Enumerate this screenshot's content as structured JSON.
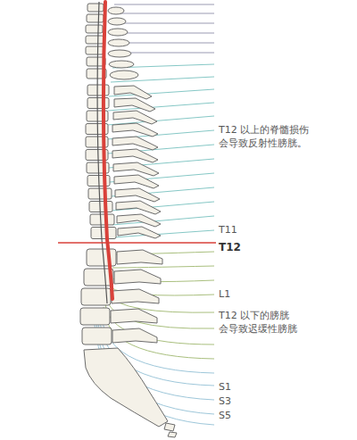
{
  "diagram": {
    "labels": [
      "T12 以上的脊髓损伤 会导致反射性膀胱。",
      "T11",
      "T12",
      "L1",
      "T12 以下的膀胱 会导致迟缓性膀胱",
      "S1",
      "S3",
      "S5"
    ]
  }
}
